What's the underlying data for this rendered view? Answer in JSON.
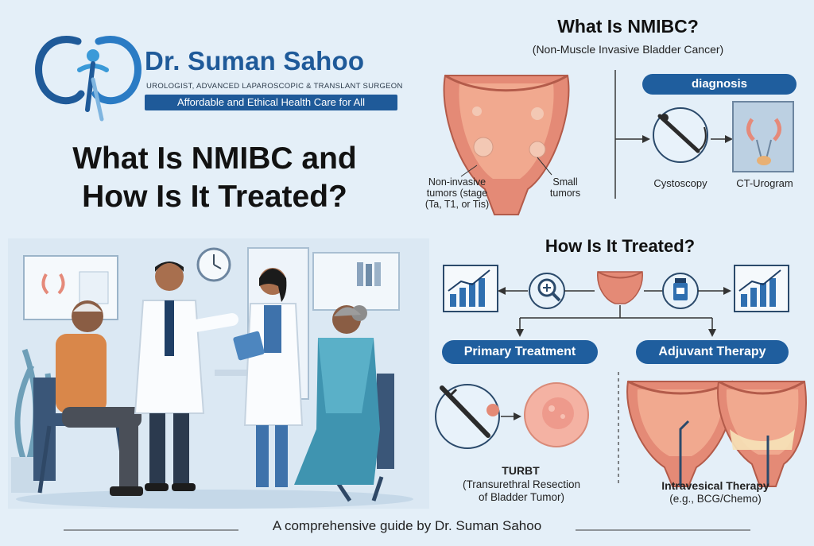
{
  "brand": {
    "name": "Dr. Suman Sahoo",
    "subtitle": "UROLOGIST, ADVANCED LAPAROSCOPIC & TRANSLANT SURGEON",
    "tagline": "Affordable and Ethical Health Care for All"
  },
  "main_title": {
    "line1": "What Is NMIBC and",
    "line2": "How Is It Treated?"
  },
  "what_section": {
    "title": "What Is NMIBC?",
    "subtitle": "(Non-Muscle Invasive Bladder Cancer)",
    "label_noninvasive": [
      "Non-invasive",
      "tumors (stage",
      "(Ta, T1, or Tis)"
    ],
    "label_small": [
      "Small",
      "tumors"
    ]
  },
  "diagnosis": {
    "header": "diagnosis",
    "cystoscopy": "Cystoscopy",
    "ct_urogram": "CT-Urogram"
  },
  "treated_section": {
    "title": "How Is It Treated?",
    "primary_header": "Primary Treatment",
    "adjuvant_header": "Adjuvant Therapy",
    "turbt_title": "TURBT",
    "turbt_desc": [
      "(Transurethral Resection",
      "of Bladder Tumor)"
    ],
    "intravesical_title": "Intravesical Therapy",
    "intravesical_desc": "(e.g., BCG/Chemo)"
  },
  "footer": "A comprehensive guide by Dr. Suman Sahoo",
  "colors": {
    "background": "#e4eff8",
    "brand_blue": "#1f5a99",
    "pill_blue": "#1f5e9e",
    "bladder": "#e48a76",
    "tumor": "#f3c8b4"
  },
  "icons": [
    "kidney-logo-icon",
    "bar-chart-icon",
    "magnifier-plus-icon",
    "bladder-icon",
    "medicine-bottle-icon",
    "cystoscope-icon",
    "ct-scan-icon",
    "clock-icon"
  ]
}
